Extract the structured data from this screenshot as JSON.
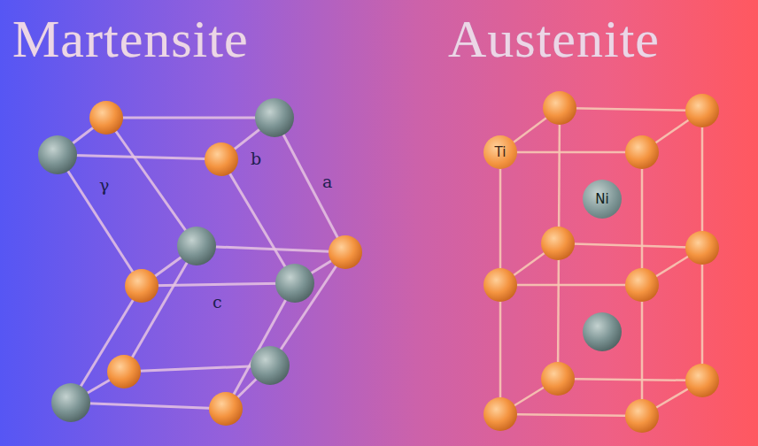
{
  "diagram": {
    "nodes": [
      {
        "text": [
          "Ti"
        ]
      },
      {
        "text": [
          "Ni"
        ]
      }
    ],
    "labels": [
      "Martensite",
      "Austenite",
      "b",
      "γ",
      "a",
      "c"
    ]
  }
}
